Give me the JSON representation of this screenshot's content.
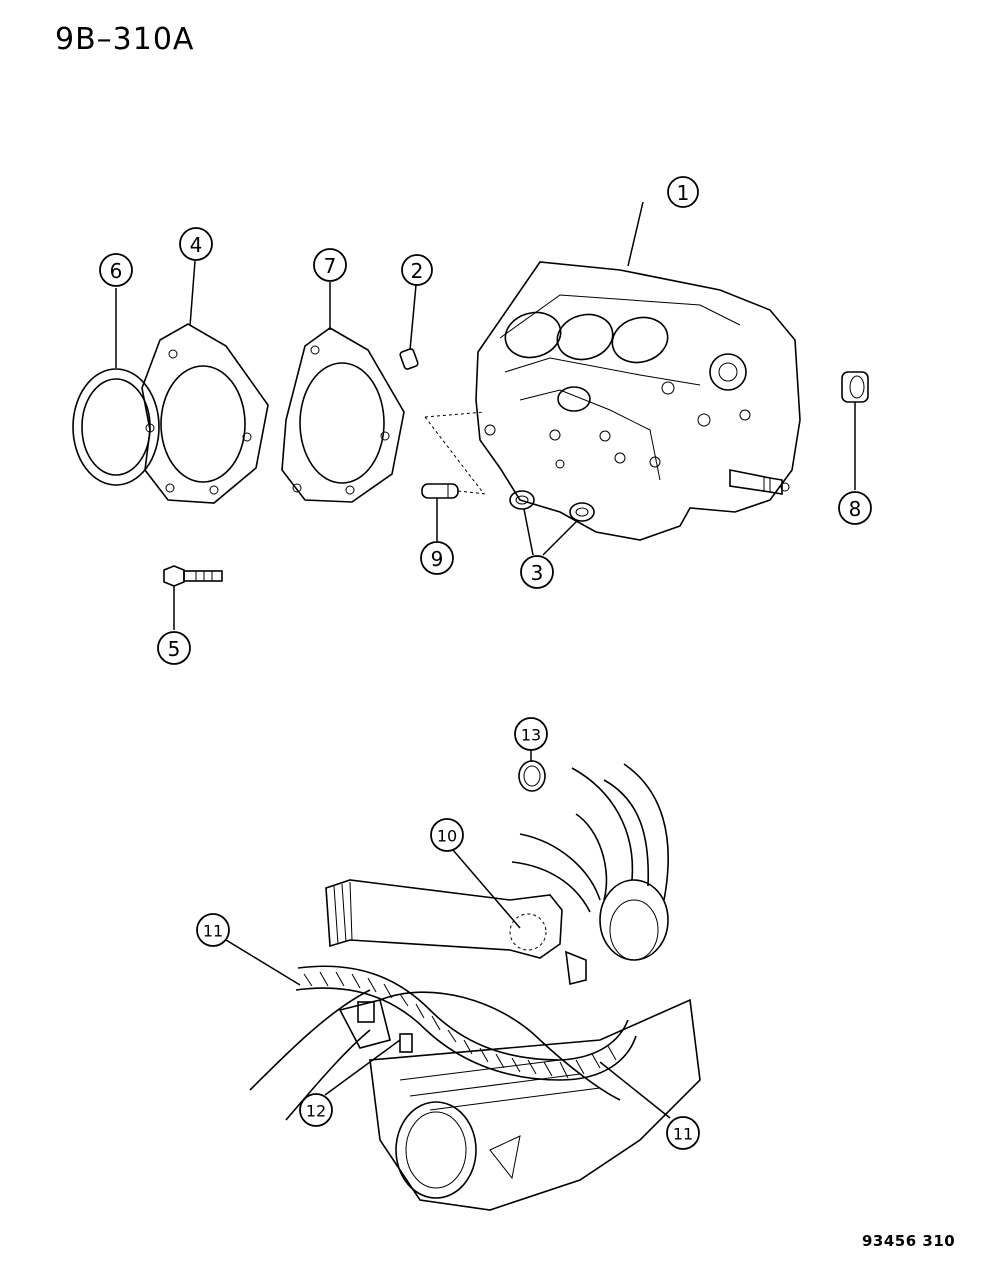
{
  "page_code": "9B–310A",
  "figure_code": "93456 310",
  "callouts": [
    "1",
    "2",
    "3",
    "4",
    "5",
    "6",
    "7",
    "8",
    "9",
    "10",
    "11",
    "12",
    "13"
  ]
}
